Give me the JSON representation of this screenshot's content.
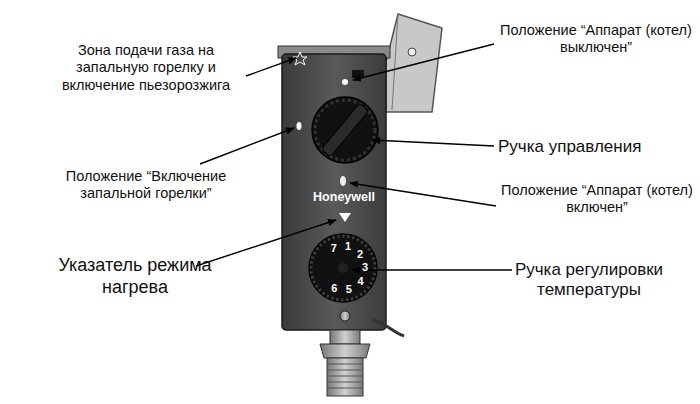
{
  "diagram": {
    "labels": [
      "Зона подачи газа на запальную горелку и включение пьезорозжига",
      "Положение “Аппарат (котел) выключен”",
      "Ручка управления",
      "Положение “Включение запальной горелки”",
      "Положение “Аппарат (котел) включен”",
      "Honeywell",
      "Указатель режима нагрева",
      "Ручка регулировки температуры",
      "7",
      "1",
      "2",
      "3",
      "4",
      "5",
      "6"
    ]
  }
}
